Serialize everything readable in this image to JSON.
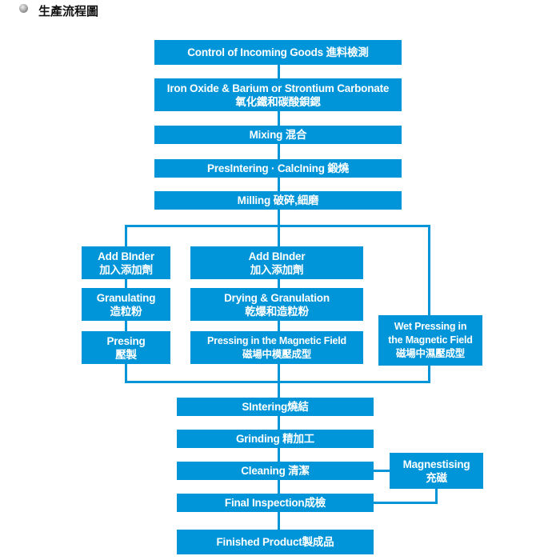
{
  "title": "生產流程圖",
  "color": "#0095d9",
  "steps": {
    "incoming": {
      "en": "Control of Incoming Goods  進料檢測"
    },
    "raw": {
      "en": "Iron Oxide & Barium or Strontium Carbonate",
      "zh": "氧化鐵和碳酸鋇鍶"
    },
    "mixing": {
      "en": "Mixing  混合"
    },
    "calcining": {
      "en": "PresIntering · CalcIning   鍛燒"
    },
    "milling": {
      "en": "Milling    破碎,細磨"
    },
    "left_binder": {
      "en": "Add BInder",
      "zh": "加入添加劑"
    },
    "granulating": {
      "en": "Granulating",
      "zh": "造粒粉"
    },
    "presing": {
      "en": "Presing",
      "zh": "壓製"
    },
    "mid_binder": {
      "en": "Add BInder",
      "zh": "加入添加劑"
    },
    "drying": {
      "en": "Drying & Granulation",
      "zh": "乾爆和造粒粉"
    },
    "pressing_field": {
      "en": "Pressing in the Magnetic Field",
      "zh": "磁場中模壓成型"
    },
    "wet_pressing": {
      "en": "Wet Pressing in",
      "en2": "the Magnetic Field",
      "zh": "磁場中濕壓成型"
    },
    "sintering": {
      "en": "SIntering燒結"
    },
    "grinding": {
      "en": "Grinding  精加工"
    },
    "cleaning": {
      "en": "Cleaning 清潔"
    },
    "magnetising": {
      "en": "Magnestising",
      "zh": "充磁"
    },
    "final": {
      "en": "Final Inspection成檢"
    },
    "finished": {
      "en": "Finished Product製成品"
    }
  }
}
